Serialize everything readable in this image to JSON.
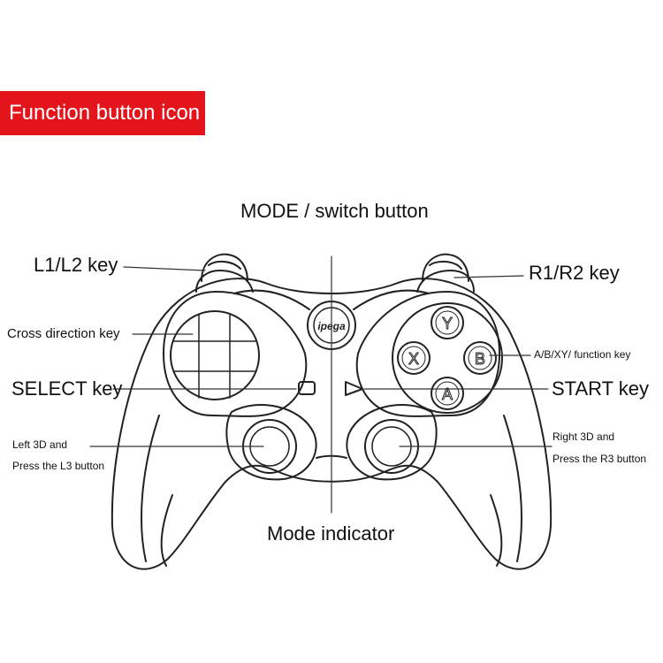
{
  "banner": {
    "title": "Function button icon",
    "color": "#e3141b"
  },
  "labels": {
    "mode": "MODE / switch button",
    "l1l2": "L1/L2 key",
    "r1r2": "R1/R2 key",
    "cross": "Cross direction key",
    "abxy": "A/B/XY/ function key",
    "select": "SELECT key",
    "start": "START key",
    "left3d_line1": "Left 3D and",
    "left3d_line2": "Press the L3 button",
    "right3d_line1": "Right 3D and",
    "right3d_line2": "Press the R3 button",
    "indicator": "Mode indicator"
  },
  "controller": {
    "logo": "ipega",
    "buttons": {
      "y": "Y",
      "x": "X",
      "b": "B",
      "a": "A"
    }
  }
}
